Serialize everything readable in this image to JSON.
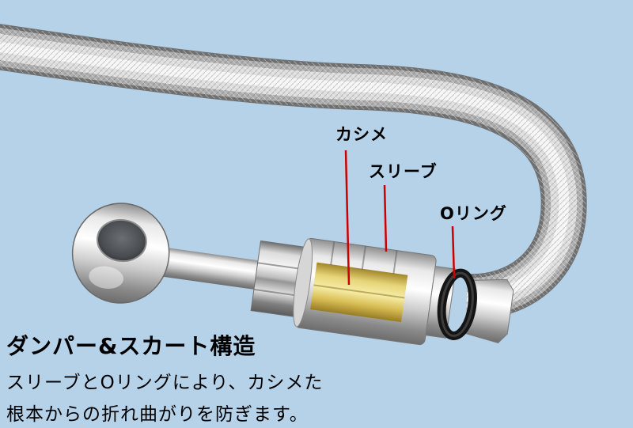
{
  "colors": {
    "background": "#b5d2e9",
    "leader_red": "#cc0000",
    "hose_silver": "#c9c9c9",
    "crimp_gold": "#e3cf6e",
    "oring_black": "#1a1a1a"
  },
  "labels": {
    "kashime": "カシメ",
    "sleeve": "スリーブ",
    "oring": "Oリング"
  },
  "caption": {
    "title": "ダンパー&スカート構造",
    "line1": "スリーブとOリングにより、カシメた",
    "line2": "根本からの折れ曲がりを防ぎます。"
  }
}
